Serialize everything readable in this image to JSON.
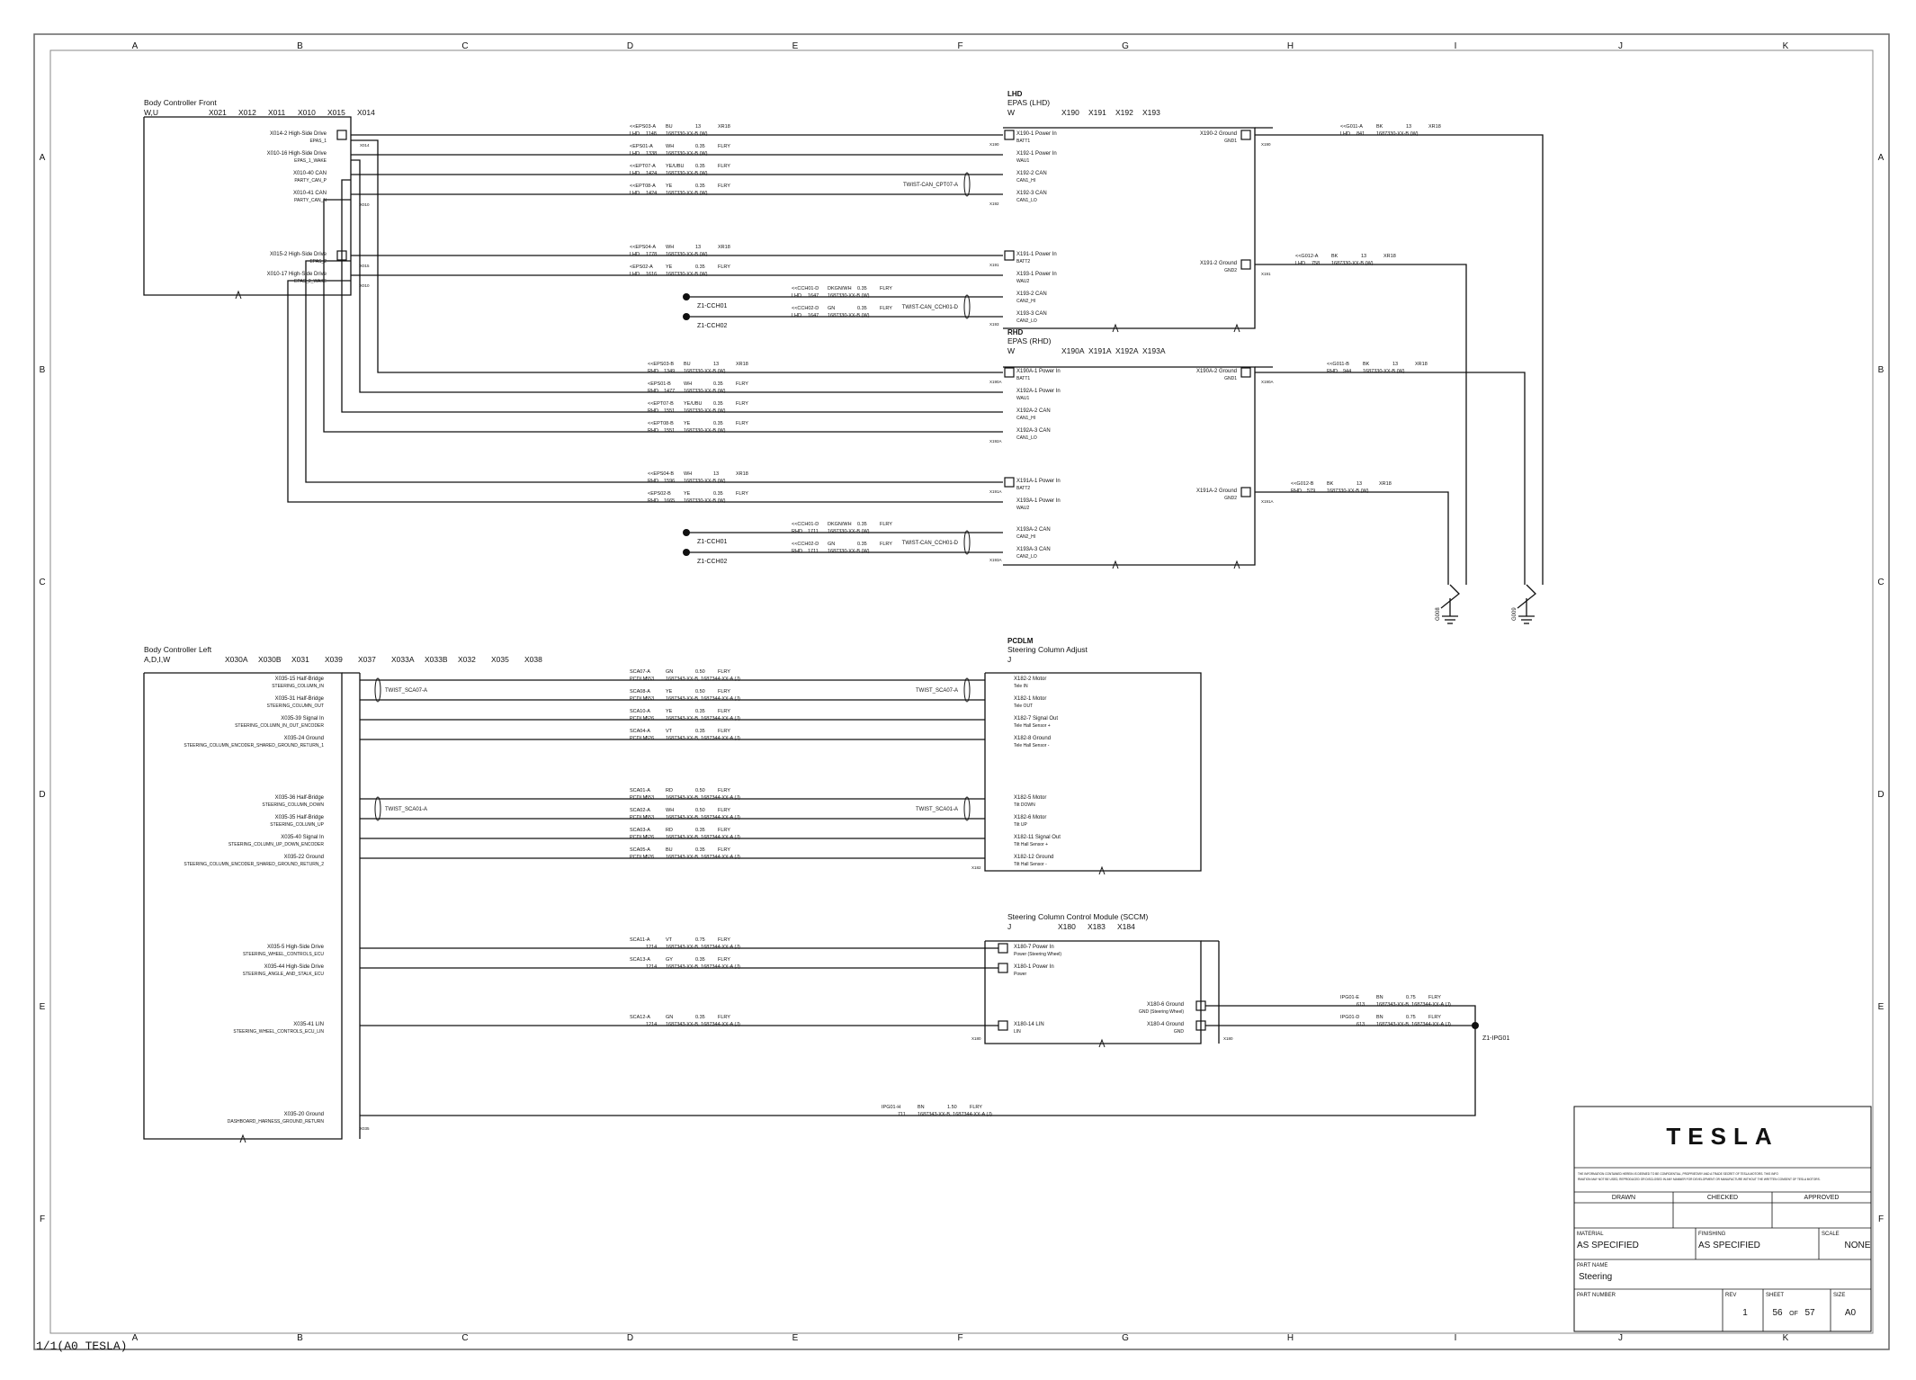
{
  "grid": {
    "columns": [
      "A",
      "B",
      "C",
      "D",
      "E",
      "F",
      "G",
      "H",
      "I",
      "J",
      "K"
    ],
    "rows": [
      "A",
      "B",
      "C",
      "D",
      "E",
      "F"
    ]
  },
  "sheet_label": "1/1(A0 TESLA)",
  "colors": {
    "line": "#111111",
    "variant": "#e8a33a",
    "border": "#666666"
  },
  "modules": [
    {
      "id": "bcf",
      "title": "Body Controller Front",
      "variant": "",
      "config": "W,U",
      "connectors": [
        "X021",
        "X012",
        "X011",
        "X010",
        "X015",
        "X014"
      ],
      "pins": [
        {
          "label": "X014-2 High-Side Drive",
          "sub": "EPAS_1",
          "conn": "X014"
        },
        {
          "label": "X010-16 High-Side Drive",
          "sub": "EPAS_1_WAKE",
          "conn": ""
        },
        {
          "label": "X010-40 CAN",
          "sub": "PARTY_CAN_P",
          "conn": ""
        },
        {
          "label": "X010-41 CAN",
          "sub": "PARTY_CAN_N",
          "conn": "X010"
        },
        {
          "label": "X015-2 High-Side Drive",
          "sub": "EPAS_2",
          "conn": "X015"
        },
        {
          "label": "X010-17 High-Side Drive",
          "sub": "EPAS_2_WAKE",
          "conn": "X010"
        }
      ]
    },
    {
      "id": "epas_lhd",
      "title": "EPAS (LHD)",
      "variant": "LHD",
      "config": "W",
      "connectors": [
        "X190",
        "X191",
        "X192",
        "X193"
      ],
      "pins": [
        {
          "label": "X190-1 Power In",
          "sub": "BATT1",
          "conn": "X190"
        },
        {
          "label": "X192-1 Power In",
          "sub": "WAU1",
          "conn": ""
        },
        {
          "label": "X192-2 CAN",
          "sub": "CAN1_HI",
          "conn": ""
        },
        {
          "label": "X192-3 CAN",
          "sub": "CAN1_LO",
          "conn": "X192"
        },
        {
          "label": "X191-1 Power In",
          "sub": "BATT2",
          "conn": "X191"
        },
        {
          "label": "X193-1 Power In",
          "sub": "WAU2",
          "conn": ""
        },
        {
          "label": "X193-2 CAN",
          "sub": "CAN2_HI",
          "conn": ""
        },
        {
          "label": "X193-3 CAN",
          "sub": "CAN2_LO",
          "conn": "X193"
        }
      ],
      "grounds": [
        {
          "label": "X190-2 Ground",
          "sub": "GND1",
          "conn": "X190"
        },
        {
          "label": "X191-2 Ground",
          "sub": "GND2",
          "conn": "X191"
        }
      ]
    },
    {
      "id": "epas_rhd",
      "title": "EPAS (RHD)",
      "variant": "RHD",
      "config": "W",
      "connectors": [
        "X190A",
        "X191A",
        "X192A",
        "X193A"
      ],
      "pins": [
        {
          "label": "X190A-1 Power In",
          "sub": "BATT1",
          "conn": "X190A"
        },
        {
          "label": "X192A-1 Power In",
          "sub": "WAU1",
          "conn": ""
        },
        {
          "label": "X192A-2 CAN",
          "sub": "CAN1_HI",
          "conn": ""
        },
        {
          "label": "X192A-3 CAN",
          "sub": "CAN1_LO",
          "conn": "X192A"
        },
        {
          "label": "X191A-1 Power In",
          "sub": "BATT2",
          "conn": "X191A"
        },
        {
          "label": "X193A-1 Power In",
          "sub": "WAU2",
          "conn": ""
        },
        {
          "label": "X193A-2 CAN",
          "sub": "CAN2_HI",
          "conn": ""
        },
        {
          "label": "X193A-3 CAN",
          "sub": "CAN2_LO",
          "conn": "X193A"
        }
      ],
      "grounds": [
        {
          "label": "X190A-2 Ground",
          "sub": "GND1",
          "conn": "X190A"
        },
        {
          "label": "X191A-2 Ground",
          "sub": "GND2",
          "conn": "X191A"
        }
      ]
    },
    {
      "id": "bcl",
      "title": "Body Controller Left",
      "variant": "",
      "config": "A,D,I,W",
      "connectors": [
        "X030A",
        "X030B",
        "X031",
        "X039",
        "X037",
        "X033A",
        "X033B",
        "X032",
        "X035",
        "X038"
      ],
      "pins": [
        {
          "label": "X035-15 Half-Bridge",
          "sub": "STEERING_COLUMN_IN"
        },
        {
          "label": "X035-31 Half-Bridge",
          "sub": "STEERING_COLUMN_OUT"
        },
        {
          "label": "X035-39 Signal In",
          "sub": "STEERING_COLUMN_IN_OUT_ENCODER"
        },
        {
          "label": "X035-24 Ground",
          "sub": "STEERING_COLUMN_ENCODER_SHARED_GROUND_RETURN_1"
        },
        {
          "label": "X035-36 Half-Bridge",
          "sub": "STEERING_COLUMN_DOWN"
        },
        {
          "label": "X035-35 Half-Bridge",
          "sub": "STEERING_COLUMN_UP"
        },
        {
          "label": "X035-40 Signal In",
          "sub": "STEERING_COLUMN_UP_DOWN_ENCODER"
        },
        {
          "label": "X035-22 Ground",
          "sub": "STEERING_COLUMN_ENCODER_SHARED_GROUND_RETURN_2"
        },
        {
          "label": "X035-5 High-Side Drive",
          "sub": "STEERING_WHEEL_CONTROLS_ECU"
        },
        {
          "label": "X035-44 High-Side Drive",
          "sub": "STEERING_ANGLE_AND_STALK_ECU"
        },
        {
          "label": "X035-41 LIN",
          "sub": "STEERING_WHEEL_CONTROLS_ECU_LIN"
        },
        {
          "label": "X035-20 Ground",
          "sub": "DASHBOARD_HARNESS_GROUND_RETURN"
        }
      ],
      "conn_tags": [
        "X035"
      ]
    },
    {
      "id": "sca",
      "title": "Steering Column Adjust",
      "variant": "PCDLM",
      "config": "J",
      "connectors": [],
      "pins": [
        {
          "label": "X182-2 Motor",
          "sub": "Tele IN"
        },
        {
          "label": "X182-1 Motor",
          "sub": "Tele OUT"
        },
        {
          "label": "X182-7 Signal Out",
          "sub": "Tele Hall Sensor +"
        },
        {
          "label": "X182-8 Ground",
          "sub": "Tele Hall Sensor -"
        },
        {
          "label": "X182-5 Motor",
          "sub": "Tilt DOWN"
        },
        {
          "label": "X182-6 Motor",
          "sub": "Tilt UP"
        },
        {
          "label": "X182-11 Signal Out",
          "sub": "Tilt Hall Sensor +"
        },
        {
          "label": "X182-12 Ground",
          "sub": "Tilt Hall Sensor -"
        }
      ],
      "conn_tags": [
        "X182"
      ]
    },
    {
      "id": "sccm",
      "title": "Steering Column Control Module (SCCM)",
      "variant": "",
      "config": "J",
      "connectors": [
        "X180",
        "X183",
        "X184"
      ],
      "pins": [
        {
          "label": "X180-7 Power In",
          "sub": "Power (Steering Wheel)"
        },
        {
          "label": "X180-1 Power In",
          "sub": "Power"
        },
        {
          "label": "X180-14 LIN",
          "sub": "LIN"
        }
      ],
      "grounds": [
        {
          "label": "X180-6 Ground",
          "sub": "GND (Steering Wheel)"
        },
        {
          "label": "X180-4 Ground",
          "sub": "GND"
        }
      ],
      "conn_tags": [
        "X180"
      ]
    }
  ],
  "wires": {
    "lhd": [
      {
        "circuit": "<<EPS03-A",
        "color": "BU",
        "size": "13",
        "type": "XR18",
        "variant": "LHD",
        "ref": "1148",
        "harness": "1687330-XX-B (W)"
      },
      {
        "circuit": "<EPS01-A",
        "color": "WH",
        "size": "0.35",
        "type": "FLRY",
        "variant": "LHD",
        "ref": "1338",
        "harness": "1687330-XX-B (W)"
      },
      {
        "circuit": "<<EPT07-A",
        "color": "YE/UBU",
        "size": "0.35",
        "type": "FLRY",
        "variant": "LHD",
        "ref": "1424",
        "harness": "1687330-XX-B (W)"
      },
      {
        "circuit": "<<EPT08-A",
        "color": "YE",
        "size": "0.35",
        "type": "FLRY",
        "variant": "LHD",
        "ref": "1424",
        "harness": "1687330-XX-B (W)"
      },
      {
        "circuit": "<<EPS04-A",
        "color": "WH",
        "size": "13",
        "type": "XR18",
        "variant": "LHD",
        "ref": "1778",
        "harness": "1687330-XX-B (W)"
      },
      {
        "circuit": "<EPS02-A",
        "color": "YE",
        "size": "0.35",
        "type": "FLRY",
        "variant": "LHD",
        "ref": "1616",
        "harness": "1687330-XX-B (W)"
      }
    ],
    "lhd_ch": [
      {
        "circuit": "<<CCH01-D",
        "color": "DKGN/WH",
        "size": "0.35",
        "type": "FLRY",
        "variant": "LHD",
        "ref": "1647",
        "harness": "1687330-XX-B (W)"
      },
      {
        "circuit": "<<CCH02-D",
        "color": "GN",
        "size": "0.35",
        "type": "FLRY",
        "variant": "LHD",
        "ref": "1647",
        "harness": "1687330-XX-B (W)"
      }
    ],
    "lhd_gnd": [
      {
        "circuit": "<<G011-A",
        "color": "BK",
        "size": "13",
        "type": "XR18",
        "variant": "LHD",
        "ref": "841",
        "harness": "1687330-XX-B (W)"
      },
      {
        "circuit": "<<G012-A",
        "color": "BK",
        "size": "13",
        "type": "XR18",
        "variant": "LHD",
        "ref": "758",
        "harness": "1687330-XX-B (W)"
      }
    ],
    "rhd": [
      {
        "circuit": "<<EPS03-B",
        "color": "BU",
        "size": "13",
        "type": "XR18",
        "variant": "RHD",
        "ref": "1349",
        "harness": "1687330-XX-B (W)"
      },
      {
        "circuit": "<EPS01-B",
        "color": "WH",
        "size": "0.35",
        "type": "FLRY",
        "variant": "RHD",
        "ref": "1477",
        "harness": "1687330-XX-B (W)"
      },
      {
        "circuit": "<<EPT07-B",
        "color": "YE/UBU",
        "size": "0.35",
        "type": "FLRY",
        "variant": "RHD",
        "ref": "1551",
        "harness": "1687330-XX-B (W)"
      },
      {
        "circuit": "<<EPT08-B",
        "color": "YE",
        "size": "0.35",
        "type": "FLRY",
        "variant": "RHD",
        "ref": "1551",
        "harness": "1687330-XX-B (W)"
      },
      {
        "circuit": "<<EPS04-B",
        "color": "WH",
        "size": "13",
        "type": "XR18",
        "variant": "RHD",
        "ref": "1596",
        "harness": "1687330-XX-B (W)"
      },
      {
        "circuit": "<EPS02-B",
        "color": "YE",
        "size": "0.35",
        "type": "FLRY",
        "variant": "RHD",
        "ref": "1665",
        "harness": "1687330-XX-B (W)"
      }
    ],
    "rhd_ch": [
      {
        "circuit": "<<CCH01-D",
        "color": "DKGN/WH",
        "size": "0.35",
        "type": "FLRY",
        "variant": "RHD",
        "ref": "1711",
        "harness": "1687330-XX-B (W)"
      },
      {
        "circuit": "<<CCH02-D",
        "color": "GN",
        "size": "0.35",
        "type": "FLRY",
        "variant": "RHD",
        "ref": "1711",
        "harness": "1687330-XX-B (W)"
      }
    ],
    "rhd_gnd": [
      {
        "circuit": "<<G011-B",
        "color": "BK",
        "size": "13",
        "type": "XR18",
        "variant": "RHD",
        "ref": "944",
        "harness": "1687330-XX-B (W)"
      },
      {
        "circuit": "<<G012-B",
        "color": "BK",
        "size": "13",
        "type": "XR18",
        "variant": "RHD",
        "ref": "579",
        "harness": "1687330-XX-B (W)"
      }
    ],
    "sca": [
      {
        "circuit": "SCA07-A",
        "color": "GN",
        "size": "0.50",
        "type": "FLRY",
        "variant": "PCDLM",
        "ref": "553",
        "harness": "1687343-XX-B, 1687344-XX-A (J)"
      },
      {
        "circuit": "SCA08-A",
        "color": "YE",
        "size": "0.50",
        "type": "FLRY",
        "variant": "PCDLM",
        "ref": "553",
        "harness": "1687343-XX-B, 1687344-XX-A (J)"
      },
      {
        "circuit": "SCA10-A",
        "color": "YE",
        "size": "0.35",
        "type": "FLRY",
        "variant": "PCDLM",
        "ref": "526",
        "harness": "1687343-XX-B, 1687344-XX-A (J)"
      },
      {
        "circuit": "SCA04-A",
        "color": "VT",
        "size": "0.35",
        "type": "FLRY",
        "variant": "PCDLM",
        "ref": "526",
        "harness": "1687343-XX-B, 1687344-XX-A (J)"
      },
      {
        "circuit": "SCA01-A",
        "color": "RD",
        "size": "0.50",
        "type": "FLRY",
        "variant": "PCDLM",
        "ref": "553",
        "harness": "1687343-XX-B, 1687344-XX-A (J)"
      },
      {
        "circuit": "SCA02-A",
        "color": "WH",
        "size": "0.50",
        "type": "FLRY",
        "variant": "PCDLM",
        "ref": "553",
        "harness": "1687343-XX-B, 1687344-XX-A (J)"
      },
      {
        "circuit": "SCA03-A",
        "color": "RD",
        "size": "0.35",
        "type": "FLRY",
        "variant": "PCDLM",
        "ref": "526",
        "harness": "1687343-XX-B, 1687344-XX-A (J)"
      },
      {
        "circuit": "SCA05-A",
        "color": "BU",
        "size": "0.35",
        "type": "FLRY",
        "variant": "PCDLM",
        "ref": "526",
        "harness": "1687343-XX-B, 1687344-XX-A (J)"
      }
    ],
    "sccm": [
      {
        "circuit": "SCA11-A",
        "color": "VT",
        "size": "0.75",
        "type": "FLRY",
        "variant": "",
        "ref": "1214",
        "harness": "1687343-XX-B, 1687344-XX-A (J)"
      },
      {
        "circuit": "SCA13-A",
        "color": "GY",
        "size": "0.35",
        "type": "FLRY",
        "variant": "",
        "ref": "1214",
        "harness": "1687343-XX-B, 1687344-XX-A (J)"
      },
      {
        "circuit": "SCA12-A",
        "color": "GN",
        "size": "0.35",
        "type": "FLRY",
        "variant": "",
        "ref": "1214",
        "harness": "1687343-XX-B, 1687344-XX-A (J)"
      }
    ],
    "sccm_gnd": [
      {
        "circuit": "IPG01-E",
        "color": "BN",
        "size": "0.75",
        "type": "FLRY",
        "variant": "",
        "ref": "613",
        "harness": "1687343-XX-B, 1687344-XX-A (J)"
      },
      {
        "circuit": "IPG01-D",
        "color": "BN",
        "size": "0.75",
        "type": "FLRY",
        "variant": "",
        "ref": "613",
        "harness": "1687343-XX-B, 1687344-XX-A (J)"
      }
    ],
    "dash_gnd": {
      "circuit": "IPG01-H",
      "color": "BN",
      "size": "1.50",
      "type": "FLRY",
      "variant": "",
      "ref": "711",
      "harness": "1687343-XX-B, 1687344-XX-A (J)"
    }
  },
  "twists": {
    "lhd_can": "TWIST-CAN_CPT07-A",
    "lhd_ch": "TWIST-CAN_CCH01-D",
    "rhd_ch": "TWIST-CAN_CCH01-D",
    "sca07_left": "TWIST_SCA07-A",
    "sca07_right": "TWIST_SCA07-A",
    "sca01_left": "TWIST_SCA01-A",
    "sca01_right": "TWIST_SCA01-A"
  },
  "splices": {
    "lhd": [
      "Z1-CCH01",
      "Z1-CCH02"
    ],
    "rhd": [
      "Z1-CCH01",
      "Z1-CCH02"
    ],
    "ipg": "Z1-IPG01"
  },
  "grounds_points": [
    "G008",
    "G009"
  ],
  "title_block": {
    "logo": "TESLA",
    "notice": "THE INFORMATION CONTAINED HEREIN IS DEEMED TO BE CONFIDENTIAL, PROPRIETARY AND A TRADE SECRET OF TESLA MOTORS. THIS INFORMATION MAY NOT BE USED, REPRODUCED OR DISCLOSED IN ANY MANNER FOR DEVELOPMENT OR MANUFACTURE WITHOUT THE WRITTEN CONSENT OF TESLA MOTORS.",
    "drawn_label": "DRAWN",
    "checked_label": "CHECKED",
    "approved_label": "APPROVED",
    "material_label": "MATERIAL",
    "material_value": "AS SPECIFIED",
    "finishing_label": "FINISHING",
    "finishing_value": "AS SPECIFIED",
    "scale_label": "SCALE",
    "scale_value": "NONE",
    "part_name_label": "PART NAME",
    "part_name_value": "Steering",
    "part_number_label": "PART NUMBER",
    "rev_label": "REV",
    "rev_value": "1",
    "sheet_label": "SHEET",
    "sheet_value": "56",
    "sheet_of": "OF",
    "sheet_total": "57",
    "size_label": "SIZE",
    "size_value": "A0"
  }
}
